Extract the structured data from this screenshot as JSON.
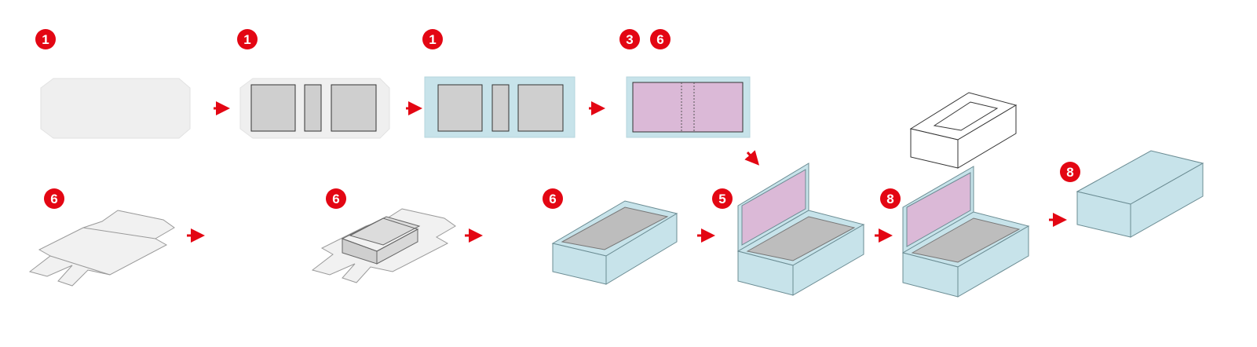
{
  "colors": {
    "badge": "#e30613",
    "arrow": "#e30613",
    "board_light": "#efefef",
    "board_dark": "#cfcfcf",
    "wrap_blue": "#c7e3ea",
    "lining_pink": "#dbb9d7",
    "inner_grey": "#bdbdbd",
    "outline": "#555555"
  },
  "steps": {
    "top_1": {
      "badges": [
        "1"
      ]
    },
    "top_2": {
      "badges": [
        "1"
      ]
    },
    "top_3": {
      "badges": [
        "1"
      ]
    },
    "top_4": {
      "badges": [
        "3",
        "6"
      ]
    },
    "bottom_1": {
      "badges": [
        "6"
      ]
    },
    "bottom_2": {
      "badges": [
        "6"
      ]
    },
    "bottom_3": {
      "badges": [
        "6"
      ]
    },
    "bottom_4": {
      "badges": [
        "5"
      ]
    },
    "bottom_5": {
      "badges": [
        "8"
      ]
    },
    "bottom_6": {
      "badges": [
        "8"
      ]
    }
  },
  "icons": {
    "step_arrow": "arrow-right-icon",
    "diagonal_arrow": "arrow-down-right-icon"
  }
}
